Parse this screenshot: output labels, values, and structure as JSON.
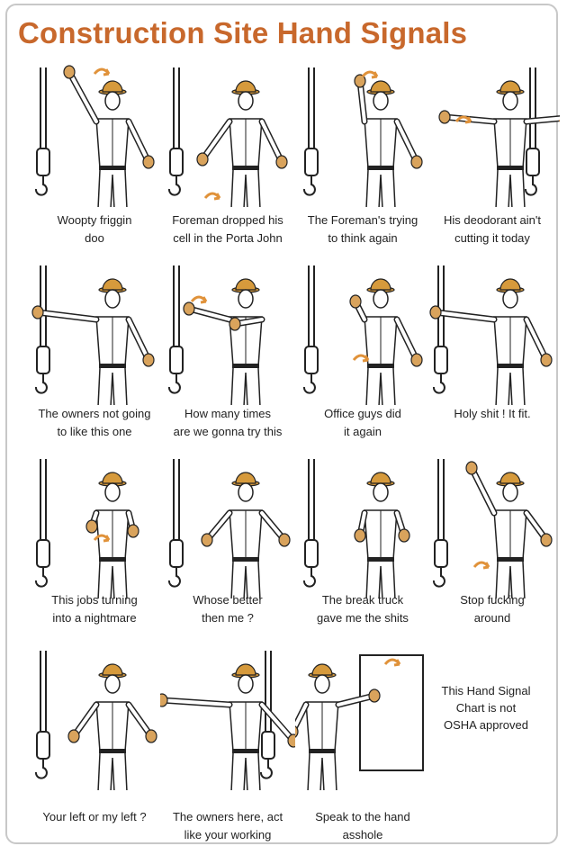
{
  "title": "Construction Site Hand Signals",
  "signals": [
    {
      "line1": "Woopty friggin",
      "line2": "doo"
    },
    {
      "line1": "Foreman dropped his",
      "line2": "cell in the Porta John"
    },
    {
      "line1": "The Foreman's trying",
      "line2": "to think again"
    },
    {
      "line1": "His deodorant ain't",
      "line2": "cutting it today"
    },
    {
      "line1": "The owners not going",
      "line2": "to like this one"
    },
    {
      "line1": "How many times",
      "line2": "are we gonna try this"
    },
    {
      "line1": "Office guys did",
      "line2": "it again"
    },
    {
      "line1": "Holy shit !  It fit.",
      "line2": ""
    },
    {
      "line1": "This jobs turning",
      "line2": "into a nightmare"
    },
    {
      "line1": "Whose better",
      "line2": "then me ?"
    },
    {
      "line1": "The break truck",
      "line2": "gave me the shits"
    },
    {
      "line1": "Stop fucking",
      "line2": "around"
    },
    {
      "line1": "Your left or my left ?",
      "line2": ""
    },
    {
      "line1": "The owners here, act",
      "line2": "like your working"
    },
    {
      "line1": "Speak to the hand",
      "line2": "asshole"
    }
  ],
  "note": {
    "line1": "This Hand Signal",
    "line2": "Chart is not",
    "line3": "OSHA approved"
  },
  "colors": {
    "title": "#c8682c",
    "hardhat": "#d69a3c",
    "glove": "#d9a35c",
    "arrow": "#e0923a"
  }
}
